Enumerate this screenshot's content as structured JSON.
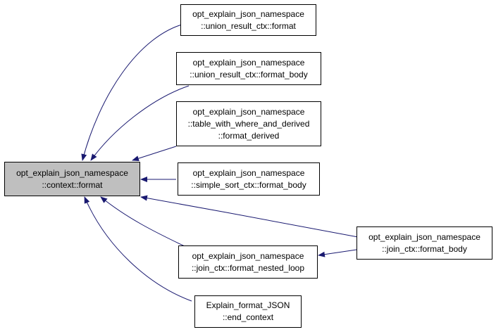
{
  "colors": {
    "edge": "#191970",
    "root_fill": "#bfbfbf",
    "node_fill": "#ffffff",
    "border": "#000000"
  },
  "nodes": {
    "context_format": {
      "lines": [
        "opt_explain_json_namespace",
        "::context::format"
      ]
    },
    "union_format": {
      "lines": [
        "opt_explain_json_namespace",
        "::union_result_ctx::format"
      ]
    },
    "union_format_body": {
      "lines": [
        "opt_explain_json_namespace",
        "::union_result_ctx::format_body"
      ]
    },
    "table_format_derived": {
      "lines": [
        "opt_explain_json_namespace",
        "::table_with_where_and_derived",
        "::format_derived"
      ]
    },
    "simple_sort_format_body": {
      "lines": [
        "opt_explain_json_namespace",
        "::simple_sort_ctx::format_body"
      ]
    },
    "join_format_body": {
      "lines": [
        "opt_explain_json_namespace",
        "::join_ctx::format_body"
      ]
    },
    "join_format_nested_loop": {
      "lines": [
        "opt_explain_json_namespace",
        "::join_ctx::format_nested_loop"
      ]
    },
    "explain_end_context": {
      "lines": [
        "Explain_format_JSON",
        "::end_context"
      ]
    }
  }
}
